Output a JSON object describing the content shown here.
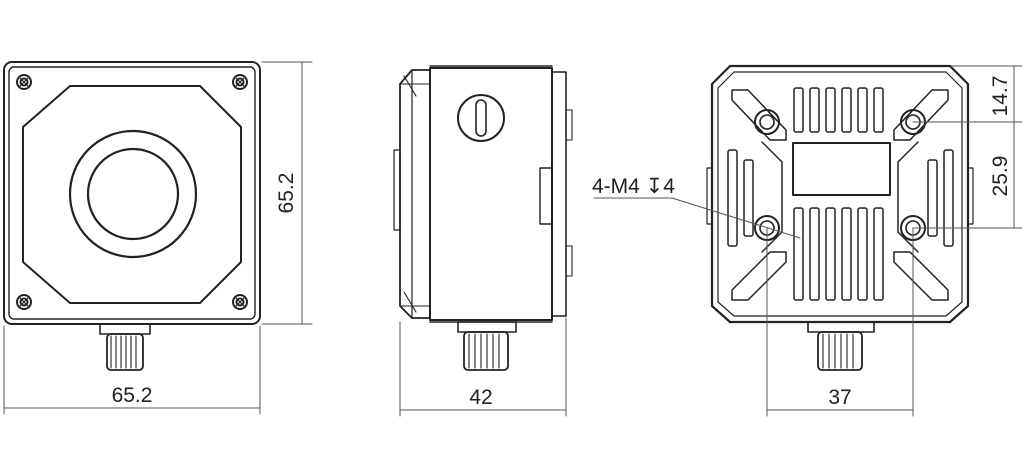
{
  "front_view": {
    "width_label": "65.2",
    "height_label": "65.2"
  },
  "side_view": {
    "depth_label": "42"
  },
  "rear_view": {
    "hole_spacing_label": "37",
    "top_offset_label": "14.7",
    "vertical_spacing_label": "25.9",
    "hole_callout": "4-M4 ↧4"
  },
  "colors": {
    "line": "#222222",
    "dimension": "#555555"
  }
}
